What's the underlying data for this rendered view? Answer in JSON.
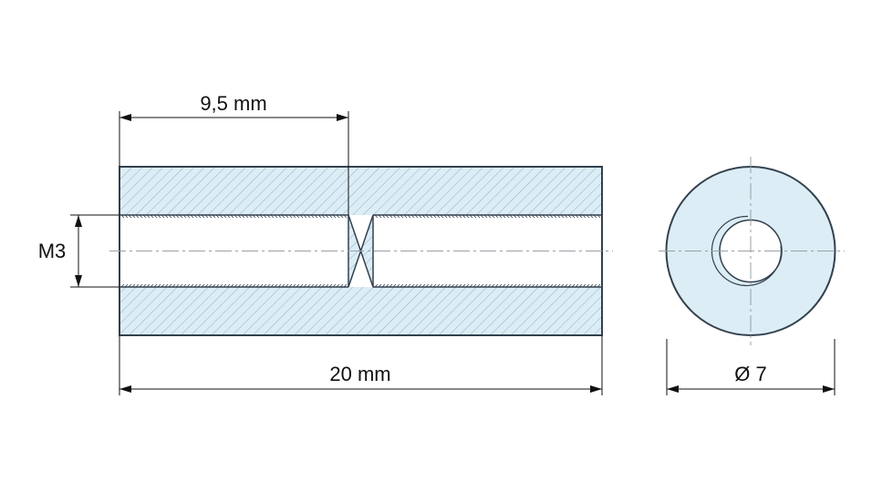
{
  "labels": {
    "length_partial": "9,5 mm",
    "length_total": "20 mm",
    "thread": "M3",
    "diameter": "Ø 7"
  },
  "colors": {
    "section_fill": "#dcedf5",
    "hatch": "#8fb3c6",
    "outline": "#33414e",
    "center_line": "#9aa0a6",
    "dimension": "#111111",
    "background": "#ffffff"
  }
}
